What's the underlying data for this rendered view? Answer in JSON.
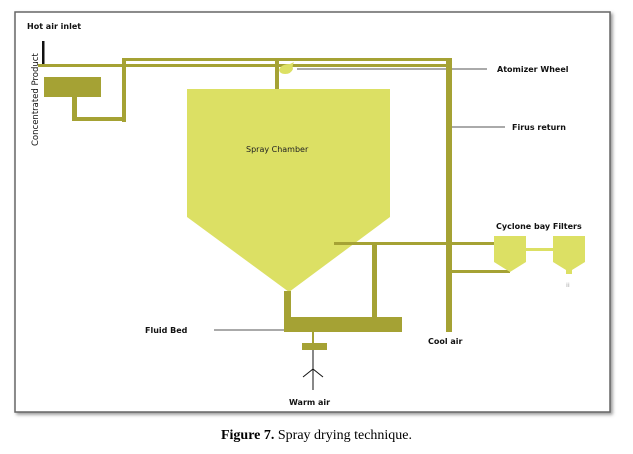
{
  "diagram": {
    "title": "Spray drying technique",
    "labels": {
      "hot_air_inlet": "Hot air inlet",
      "concentrated_product": "Concentrated Product",
      "atomizer_wheel": "Atomizer Wheel",
      "spray_chamber": "Spray Chamber",
      "firus_return": "Firus return",
      "cyclone_bay_filters": "Cyclone bay Filters",
      "fluid_bed": "Fluid Bed",
      "cool_air": "Cool air",
      "warm_air": "Warm air"
    },
    "colors": {
      "pipe": "#a5a234",
      "vessel": "#dce064",
      "frame": "#666666",
      "leader": "#555555"
    }
  },
  "caption": {
    "figure_label": "Figure 7.",
    "text": " Spray drying technique."
  }
}
